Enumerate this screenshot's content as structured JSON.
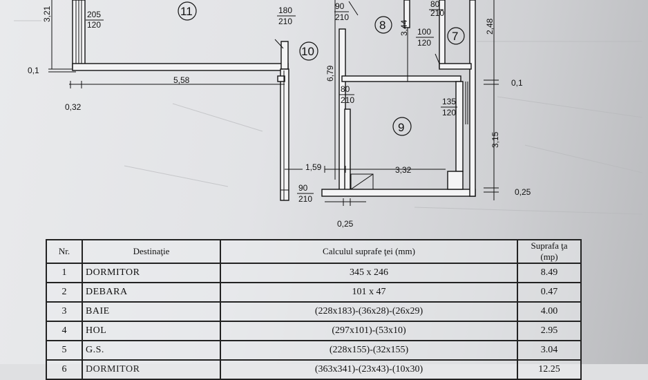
{
  "plan": {
    "rooms": [
      "11",
      "10",
      "8",
      "7",
      "9"
    ],
    "dims": {
      "d321": "3,21",
      "d01_left": "0,1",
      "d558": "5,58",
      "d032": "0,32",
      "d679": "6,79",
      "d344": "3,44",
      "d248": "2,48",
      "d01_right": "0,1",
      "d315": "3,15",
      "d159": "1,59",
      "d332": "3,32",
      "d025_right": "0,25",
      "d025_bottom": "0,25"
    },
    "doors": {
      "w205": "205",
      "h120a": "120",
      "w180": "180",
      "h210a": "210",
      "w90a": "90",
      "h210b": "210",
      "w80a": "80",
      "h210c": "210",
      "w100": "100",
      "h120b": "120",
      "w80b": "80",
      "h210d": "210",
      "w135": "135",
      "h120c": "120",
      "w90b": "90",
      "h210e": "210"
    }
  },
  "table": {
    "headers": {
      "nr": "Nr.",
      "dest": "Destinaţie",
      "calc": "Calculul suprafe ţei (mm)",
      "sup1": "Suprafa ţa",
      "sup2": "(mp)"
    },
    "rows": [
      {
        "nr": "1",
        "dest": "DORMITOR",
        "calc": "345 x 246",
        "sup": "8.49"
      },
      {
        "nr": "2",
        "dest": "DEBARA",
        "calc": "101 x 47",
        "sup": "0.47"
      },
      {
        "nr": "3",
        "dest": "BAIE",
        "calc": "(228x183)-(36x28)-(26x29)",
        "sup": "4.00"
      },
      {
        "nr": "4",
        "dest": "HOL",
        "calc": "(297x101)-(53x10)",
        "sup": "2.95"
      },
      {
        "nr": "5",
        "dest": "G.S.",
        "calc": "(228x155)-(32x155)",
        "sup": "3.04"
      },
      {
        "nr": "6",
        "dest": "DORMITOR",
        "calc": "(363x341)-(23x43)-(10x30)",
        "sup": "12.25"
      }
    ]
  }
}
